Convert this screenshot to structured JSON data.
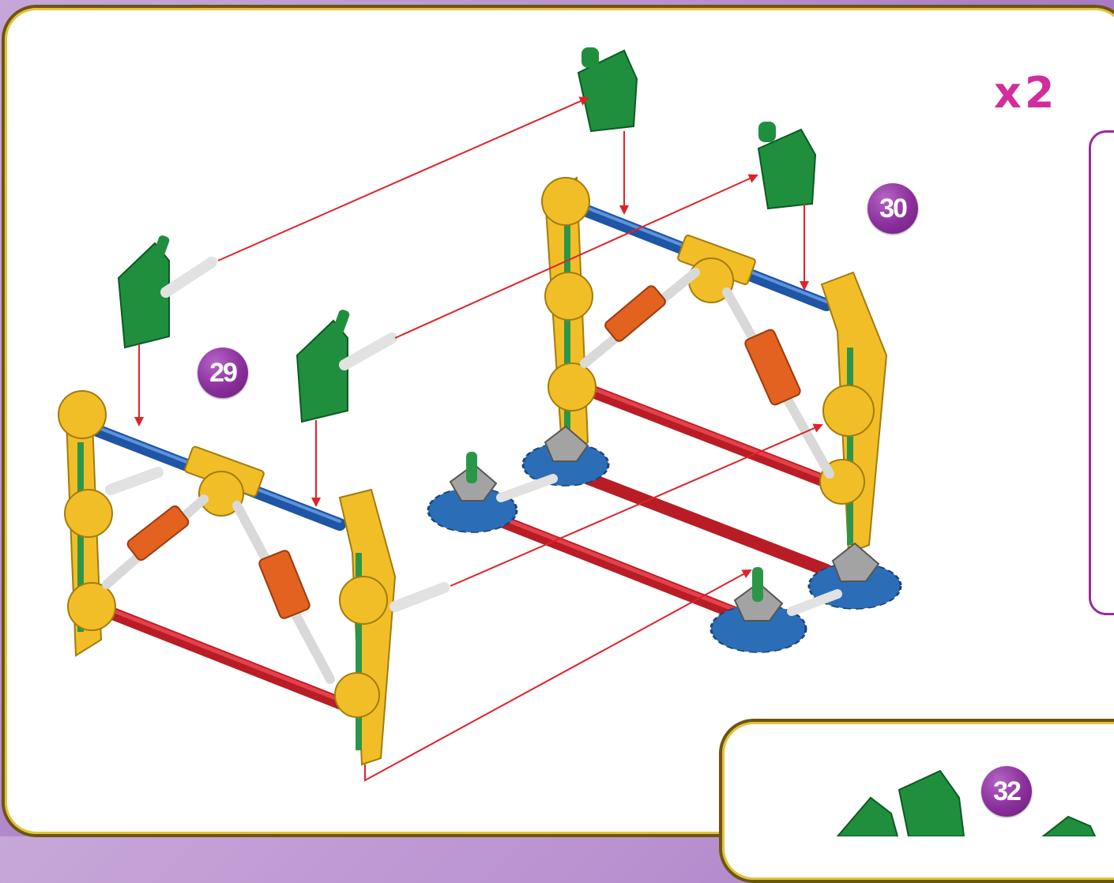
{
  "multiplier": "x2",
  "steps": {
    "step_29": "29",
    "step_30": "30",
    "step_32": "32"
  },
  "colors": {
    "gold_connector": "#f2be28",
    "blue_rod": "#2f6cc0",
    "red_rod": "#d0232d",
    "green_connector": "#1f8f3d",
    "white_rod": "#e9e9e9",
    "orange_connector": "#e3621f",
    "gray_connector": "#9a9a9a",
    "blue_gear": "#2c6db8",
    "arrow": "#e0222a",
    "badge": "#8a2f9b",
    "multiplier_text": "#d12d9d",
    "panel_border": "#6b5611"
  },
  "icons": [
    "arrow-icon"
  ]
}
